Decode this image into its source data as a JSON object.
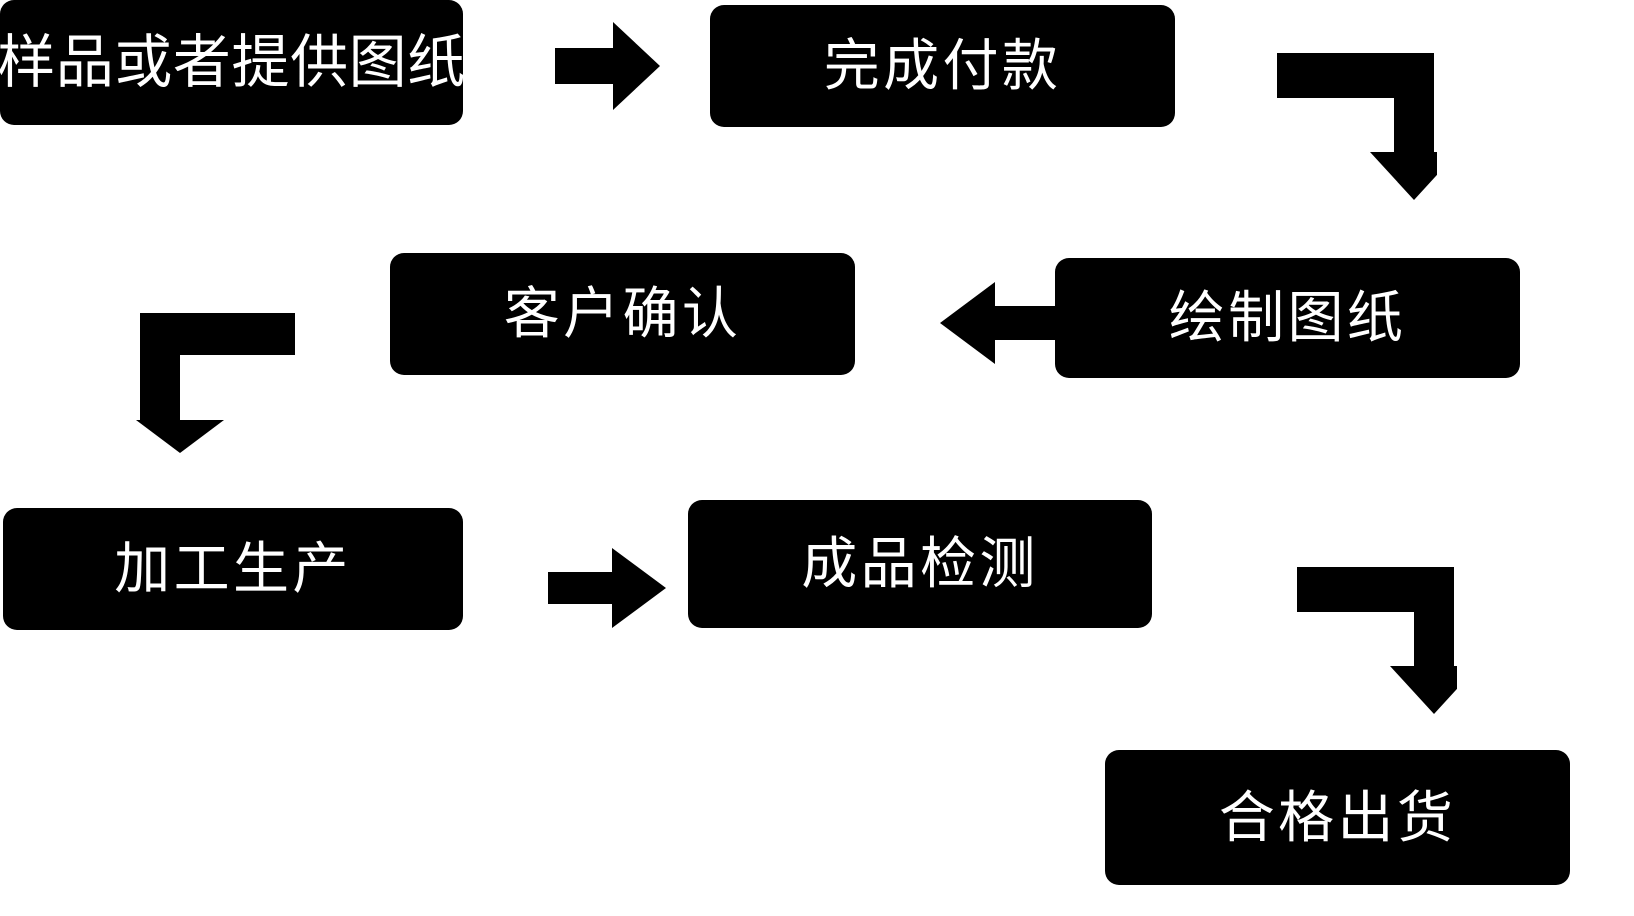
{
  "diagram": {
    "title": "",
    "background_color": "#ffffff",
    "node_fill_color": "#000000",
    "node_text_color": "#ffffff",
    "arrow_color": "#000000",
    "nodes": [
      {
        "id": "sample",
        "label": "样品或者提供图纸",
        "row": 1,
        "order": 1
      },
      {
        "id": "payment",
        "label": "完成付款",
        "row": 1,
        "order": 2
      },
      {
        "id": "drawing",
        "label": "绘制图纸",
        "row": 2,
        "order": 3
      },
      {
        "id": "confirm",
        "label": "客户确认",
        "row": 2,
        "order": 4
      },
      {
        "id": "production",
        "label": "加工生产",
        "row": 3,
        "order": 5
      },
      {
        "id": "inspection",
        "label": "成品检测",
        "row": 3,
        "order": 6
      },
      {
        "id": "shipment",
        "label": "合格出货",
        "row": 4,
        "order": 7
      }
    ],
    "connectors": [
      {
        "id": "sample-to-payment",
        "from": "sample",
        "to": "payment",
        "shape": "straight",
        "direction": "right"
      },
      {
        "id": "payment-to-drawing",
        "from": "payment",
        "to": "drawing",
        "shape": "elbow",
        "direction": "right-then-down"
      },
      {
        "id": "drawing-to-confirm",
        "from": "drawing",
        "to": "confirm",
        "shape": "straight",
        "direction": "left"
      },
      {
        "id": "confirm-to-prod",
        "from": "confirm",
        "to": "production",
        "shape": "elbow",
        "direction": "left-then-down"
      },
      {
        "id": "prod-to-inspect",
        "from": "production",
        "to": "inspection",
        "shape": "straight",
        "direction": "right"
      },
      {
        "id": "inspect-to-ship",
        "from": "inspection",
        "to": "shipment",
        "shape": "elbow",
        "direction": "right-then-down"
      }
    ]
  }
}
